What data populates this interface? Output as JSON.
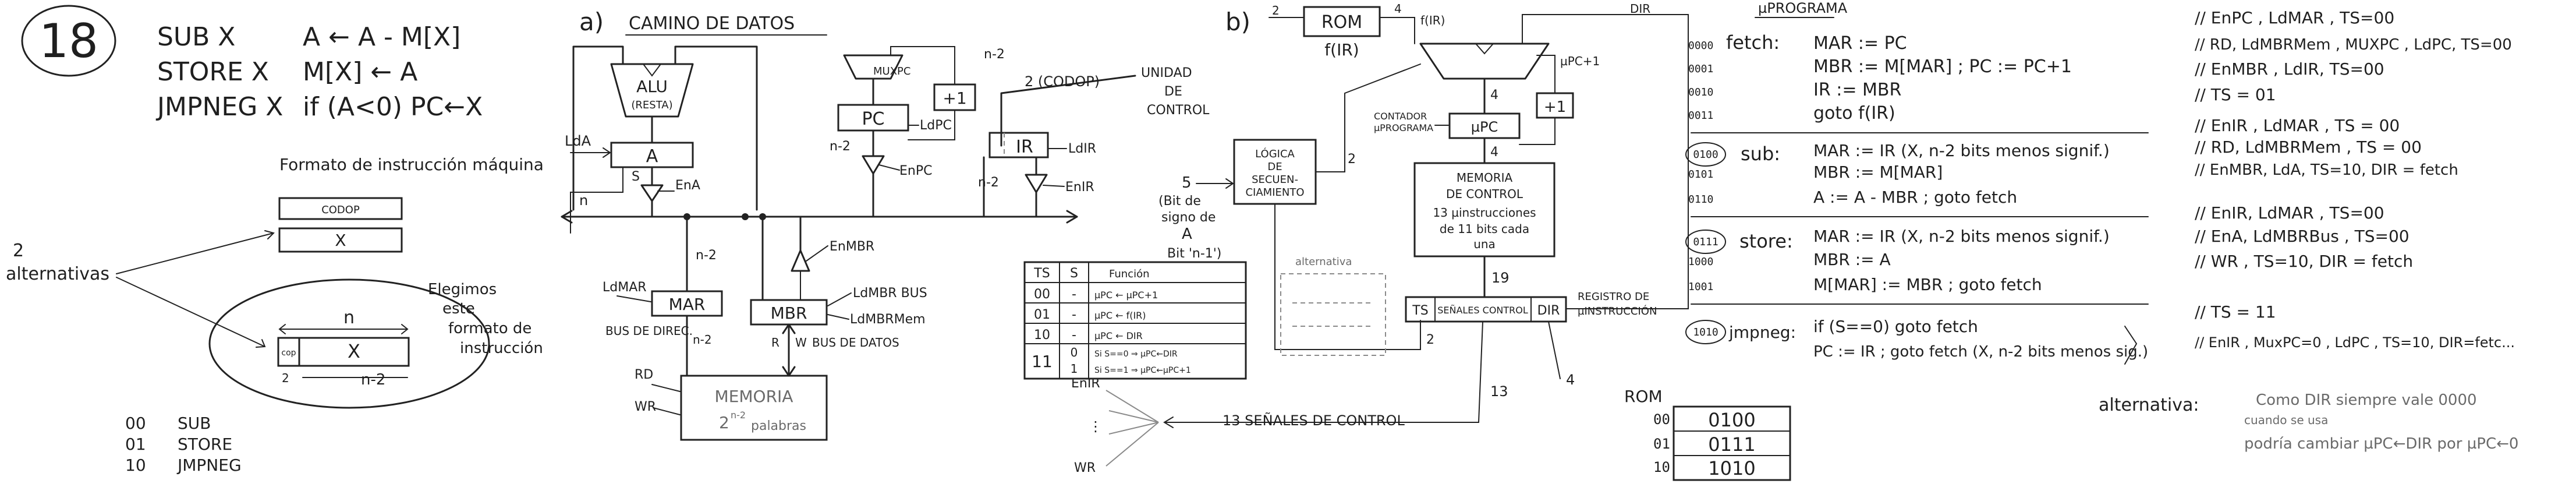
{
  "header": {
    "exercise_number": "18",
    "instructions": [
      {
        "op": "SUB X",
        "rtl": "A ← A - M[X]"
      },
      {
        "op": "STORE X",
        "rtl": "M[X] ← A"
      },
      {
        "op": "JMPNEG X",
        "rtl": "if (A<0) PC←X"
      }
    ]
  },
  "format_section": {
    "title": "Formato de instrucción máquina",
    "field_codop": "CODOP",
    "field_x": "X",
    "alternatives_label_1": "2",
    "alternatives_label_2": "alternativas",
    "chosen_1": "Elegimos",
    "chosen_2": "este",
    "chosen_3": "formato de",
    "chosen_4": "instrucción",
    "width_n": "n",
    "width_n2": "n-2",
    "width_2": "2",
    "field_cop": "cop",
    "opcodes": [
      {
        "code": "00",
        "name": "SUB"
      },
      {
        "code": "01",
        "name": "STORE"
      },
      {
        "code": "10",
        "name": "JMPNEG"
      }
    ]
  },
  "datapath": {
    "label_a": "a)",
    "title": "CAMINO DE DATOS",
    "alu": "ALU",
    "alu_op": "(RESTA)",
    "reg_a": "A",
    "lda": "LdA",
    "s_flag": "S",
    "ena": "EnA",
    "pc": "PC",
    "ldpc": "LdPC",
    "enpc": "EnPC",
    "muxpc": "MUXPC",
    "plus_one": "+1",
    "ir": "IR",
    "ldir": "LdIR",
    "enir": "EnIR",
    "codop_bus": "2 (CODOP)",
    "unidad_1": "UNIDAD",
    "unidad_2": "DE",
    "unidad_3": "CONTROL",
    "mar": "MAR",
    "ldmar": "LdMAR",
    "mbr": "MBR",
    "ldmbrbus": "LdMBR BUS",
    "ldmbrmem": "LdMBRMem",
    "enmbr": "EnMBR",
    "bus_direc": "BUS DE DIREC.",
    "bus_datos": "BUS DE DATOS",
    "memoria_1": "MEMORIA",
    "memoria_2": "2",
    "memoria_exp": "n-2",
    "memoria_3": "palabras",
    "rd": "RD",
    "wr": "WR",
    "n": "n",
    "n2": "n-2",
    "r": "R",
    "w": "W"
  },
  "control_unit": {
    "label_b": "b)",
    "rom": "ROM",
    "f_ir": "f(IR)",
    "logica_1": "LÓGICA",
    "logica_2": "DE",
    "logica_3": "SECUEN-",
    "logica_4": "CIAMIENTO",
    "bit_signo_1": "5",
    "bit_signo_2": "(Bit de",
    "bit_signo_3": "signo de",
    "bit_signo_4": "A",
    "bit_signo_5": "Bit 'n-1')",
    "contador_1": "CONTADOR",
    "contador_2": "µPROGRAMA",
    "mpc": "µPC",
    "memoria_ctrl_1": "MEMORIA",
    "memoria_ctrl_2": "DE CONTROL",
    "memoria_ctrl_3": "13 µinstrucciones",
    "memoria_ctrl_4": "de 11 bits cada",
    "memoria_ctrl_5": "una",
    "mpc_plus": "µPC+1",
    "plus_one": "+1",
    "dir": "DIR",
    "reg_ts": "TS",
    "reg_senales": "SEÑALES CONTROL",
    "reg_dir": "DIR",
    "registro_1": "REGISTRO DE",
    "registro_2": "µINSTRUCCIÓN",
    "nineteen": "19",
    "thirteen": "13",
    "four": "4",
    "two": "2",
    "senales_label": "13 SEÑALES DE CONTROL",
    "enir_label": "EnIR",
    "wr_label": "WR",
    "alternativa": "alternativa"
  },
  "ts_table": {
    "headers": [
      "TS",
      "S",
      "Función"
    ],
    "rows": [
      {
        "ts": "00",
        "s": "-",
        "func": "µPC ← µPC+1"
      },
      {
        "ts": "01",
        "s": "-",
        "func": "µPC ← f(IR)"
      },
      {
        "ts": "10",
        "s": "-",
        "func": "µPC ← DIR"
      },
      {
        "ts": "11",
        "s": "0",
        "func": "Si S==0 ⇒ µPC←DIR"
      },
      {
        "ts": "",
        "s": "1",
        "func": "Si S==1 ⇒ µPC←µPC+1"
      }
    ]
  },
  "microprogram": {
    "title": "µPROGRAMA",
    "blocks": [
      {
        "label": "fetch:",
        "label_code": "",
        "lines": [
          {
            "addr": "0000",
            "text": "MAR := PC"
          },
          {
            "addr": "0001",
            "text": "MBR := M[MAR] ; PC := PC+1"
          },
          {
            "addr": "0010",
            "text": "IR := MBR"
          },
          {
            "addr": "0011",
            "text": "goto f(IR)"
          }
        ]
      },
      {
        "label": "sub:",
        "label_code": "0100",
        "lines": [
          {
            "addr": "",
            "text": "MAR := IR   (X, n-2 bits menos signif.)"
          },
          {
            "addr": "0101",
            "text": "MBR := M[MAR]"
          },
          {
            "addr": "0110",
            "text": "A := A - MBR ; goto fetch"
          }
        ]
      },
      {
        "label": "store:",
        "label_code": "0111",
        "lines": [
          {
            "addr": "",
            "text": "MAR := IR   (X, n-2 bits menos signif.)"
          },
          {
            "addr": "1000",
            "text": "MBR := A"
          },
          {
            "addr": "1001",
            "text": "M[MAR] := MBR ; goto fetch"
          }
        ]
      },
      {
        "label": "jmpneg:",
        "label_code": "1010",
        "lines": [
          {
            "addr": "",
            "text": "if (S==0) goto fetch"
          },
          {
            "addr": "",
            "text": "PC := IR ; goto fetch  (X, n-2 bits menos sig.)"
          }
        ]
      }
    ],
    "rom_label": "ROM",
    "rom_rows": [
      {
        "addr": "00",
        "value": "0100"
      },
      {
        "addr": "01",
        "value": "0111"
      },
      {
        "addr": "10",
        "value": "1010"
      }
    ]
  },
  "signals": {
    "lines": [
      "// EnPC , LdMAR , TS=00",
      "// RD, LdMBRMem , MUXPC , LdPC, TS=00",
      "// EnMBR , LdIR, TS=00",
      "// TS = 01",
      "// EnIR , LdMAR , TS = 00",
      "// RD, LdMBRMem , TS = 00",
      "// EnMBR, LdA, TS=10, DIR = fetch",
      "// EnIR, LdMAR , TS=00",
      "// EnA, LdMBRBus , TS=00",
      "// WR , TS=10, DIR = fetch",
      "// TS = 11",
      "// EnIR , MuxPC=0 , LdPC , TS=10, DIR=fetc..."
    ],
    "alt_label": "alternativa:",
    "alt_1": "Como DIR siempre vale 0000",
    "alt_2": "cuando se usa",
    "alt_3": "podría cambiar µPC←DIR por µPC←0"
  }
}
